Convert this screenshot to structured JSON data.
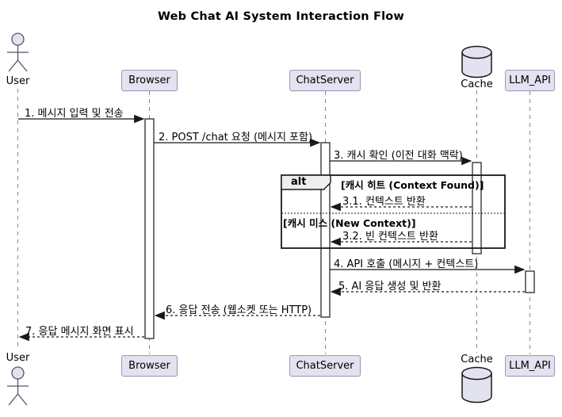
{
  "title": "Web Chat AI System Interaction Flow",
  "participants": [
    {
      "name": "User",
      "kind": "actor"
    },
    {
      "name": "Browser",
      "kind": "participant"
    },
    {
      "name": "ChatServer",
      "kind": "participant"
    },
    {
      "name": "Cache",
      "kind": "database"
    },
    {
      "name": "LLM_API",
      "kind": "participant"
    }
  ],
  "messages": [
    {
      "seq": "1",
      "label": "1. 메시지 입력 및 전송",
      "from": "User",
      "to": "Browser",
      "line": "solid"
    },
    {
      "seq": "2",
      "label": "2. POST /chat 요청 (메시지 포함)",
      "from": "Browser",
      "to": "ChatServer",
      "line": "solid"
    },
    {
      "seq": "3",
      "label": "3. 캐시 확인 (이전 대화 맥락)",
      "from": "ChatServer",
      "to": "Cache",
      "line": "solid"
    },
    {
      "seq": "3.1",
      "label": "3.1. 컨텍스트 반환",
      "from": "Cache",
      "to": "ChatServer",
      "line": "dashed"
    },
    {
      "seq": "3.2",
      "label": "3.2. 빈 컨텍스트 반환",
      "from": "Cache",
      "to": "ChatServer",
      "line": "dashed"
    },
    {
      "seq": "4",
      "label": "4. API 호출 (메시지 + 컨텍스트)",
      "from": "ChatServer",
      "to": "LLM_API",
      "line": "solid"
    },
    {
      "seq": "5",
      "label": "5. AI 응답 생성 및 반환",
      "from": "LLM_API",
      "to": "ChatServer",
      "line": "dashed"
    },
    {
      "seq": "6",
      "label": "6. 응답 전송 (웹소켓 또는 HTTP)",
      "from": "ChatServer",
      "to": "Browser",
      "line": "dashed"
    },
    {
      "seq": "7",
      "label": "7. 응답 메시지 화면 표시",
      "from": "Browser",
      "to": "User",
      "line": "dashed"
    }
  ],
  "alt_fragment": {
    "keyword": "alt",
    "condition_hit": "[캐시 히트 (Context Found)]",
    "condition_miss": "[캐시 미스 (New Context)]"
  },
  "colors": {
    "participant_fill": "#E2E2F0",
    "participant_border": "#9A9AB4",
    "fragment_header_fill": "#EEEEEE",
    "line_color": "#181818",
    "lifeline_color": "#888888",
    "background": "#FFFFFF"
  }
}
